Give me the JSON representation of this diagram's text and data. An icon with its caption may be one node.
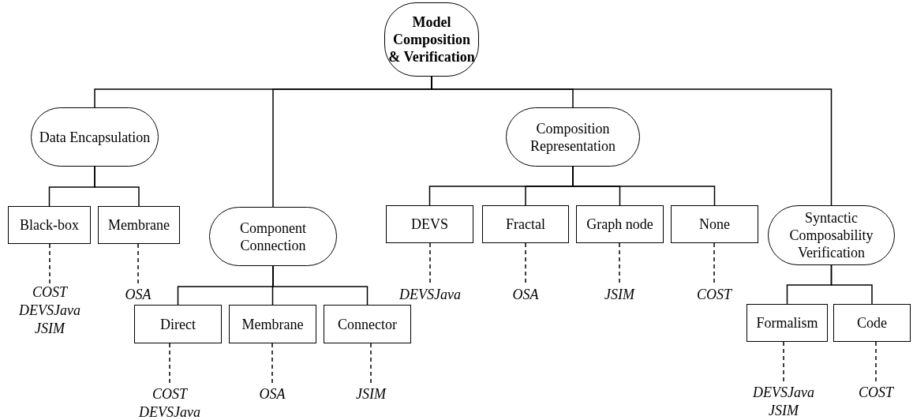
{
  "diagram": {
    "nodes": [
      {
        "text": [
          "Model Composition & Verification"
        ]
      },
      {
        "text": [
          "Data Encapsulation"
        ]
      },
      {
        "text": [
          "Component Connection"
        ]
      },
      {
        "text": [
          "Composition Representation"
        ]
      },
      {
        "text": [
          "Syntactic Composability Verification"
        ]
      },
      {
        "text": [
          "Black-box"
        ]
      },
      {
        "text": [
          "Membrane"
        ]
      },
      {
        "text": [
          "Direct"
        ]
      },
      {
        "text": [
          "Membrane"
        ]
      },
      {
        "text": [
          "Connector"
        ]
      },
      {
        "text": [
          "DEVS"
        ]
      },
      {
        "text": [
          "Fractal"
        ]
      },
      {
        "text": [
          "Graph node"
        ]
      },
      {
        "text": [
          "None"
        ]
      },
      {
        "text": [
          "Formalism"
        ]
      },
      {
        "text": [
          "Code"
        ]
      },
      {
        "text": [
          "COST",
          "DEVSJava",
          "JSIM"
        ]
      },
      {
        "text": [
          "OSA"
        ]
      },
      {
        "text": [
          "COST",
          "DEVSJava"
        ]
      },
      {
        "text": [
          "OSA"
        ]
      },
      {
        "text": [
          "JSIM"
        ]
      },
      {
        "text": [
          "DEVSJava"
        ]
      },
      {
        "text": [
          "OSA"
        ]
      },
      {
        "text": [
          "JSIM"
        ]
      },
      {
        "text": [
          "COST"
        ]
      },
      {
        "text": [
          "DEVSJava",
          "JSIM"
        ]
      },
      {
        "text": [
          "COST"
        ]
      }
    ],
    "edges": [
      {
        "from": 0,
        "to": 1,
        "arrow": "none"
      },
      {
        "from": 0,
        "to": 2,
        "arrow": "none"
      },
      {
        "from": 0,
        "to": 3,
        "arrow": "none"
      },
      {
        "from": 0,
        "to": 4,
        "arrow": "none"
      },
      {
        "from": 1,
        "to": 5,
        "arrow": "none"
      },
      {
        "from": 1,
        "to": 6,
        "arrow": "none"
      },
      {
        "from": 2,
        "to": 7,
        "arrow": "none"
      },
      {
        "from": 2,
        "to": 8,
        "arrow": "none"
      },
      {
        "from": 2,
        "to": 9,
        "arrow": "none"
      },
      {
        "from": 3,
        "to": 10,
        "arrow": "none"
      },
      {
        "from": 3,
        "to": 11,
        "arrow": "none"
      },
      {
        "from": 3,
        "to": 12,
        "arrow": "none"
      },
      {
        "from": 3,
        "to": 13,
        "arrow": "none"
      },
      {
        "from": 4,
        "to": 14,
        "arrow": "none"
      },
      {
        "from": 4,
        "to": 15,
        "arrow": "none"
      },
      {
        "from": 5,
        "to": 16,
        "arrow": "none",
        "style": "dashed"
      },
      {
        "from": 6,
        "to": 17,
        "arrow": "none",
        "style": "dashed"
      },
      {
        "from": 7,
        "to": 18,
        "arrow": "none",
        "style": "dashed"
      },
      {
        "from": 8,
        "to": 19,
        "arrow": "none",
        "style": "dashed"
      },
      {
        "from": 9,
        "to": 20,
        "arrow": "none",
        "style": "dashed"
      },
      {
        "from": 10,
        "to": 21,
        "arrow": "none",
        "style": "dashed"
      },
      {
        "from": 11,
        "to": 22,
        "arrow": "none",
        "style": "dashed"
      },
      {
        "from": 12,
        "to": 23,
        "arrow": "none",
        "style": "dashed"
      },
      {
        "from": 13,
        "to": 24,
        "arrow": "none",
        "style": "dashed"
      },
      {
        "from": 14,
        "to": 25,
        "arrow": "none",
        "style": "dashed"
      },
      {
        "from": 15,
        "to": 26,
        "arrow": "none",
        "style": "dashed"
      }
    ]
  }
}
